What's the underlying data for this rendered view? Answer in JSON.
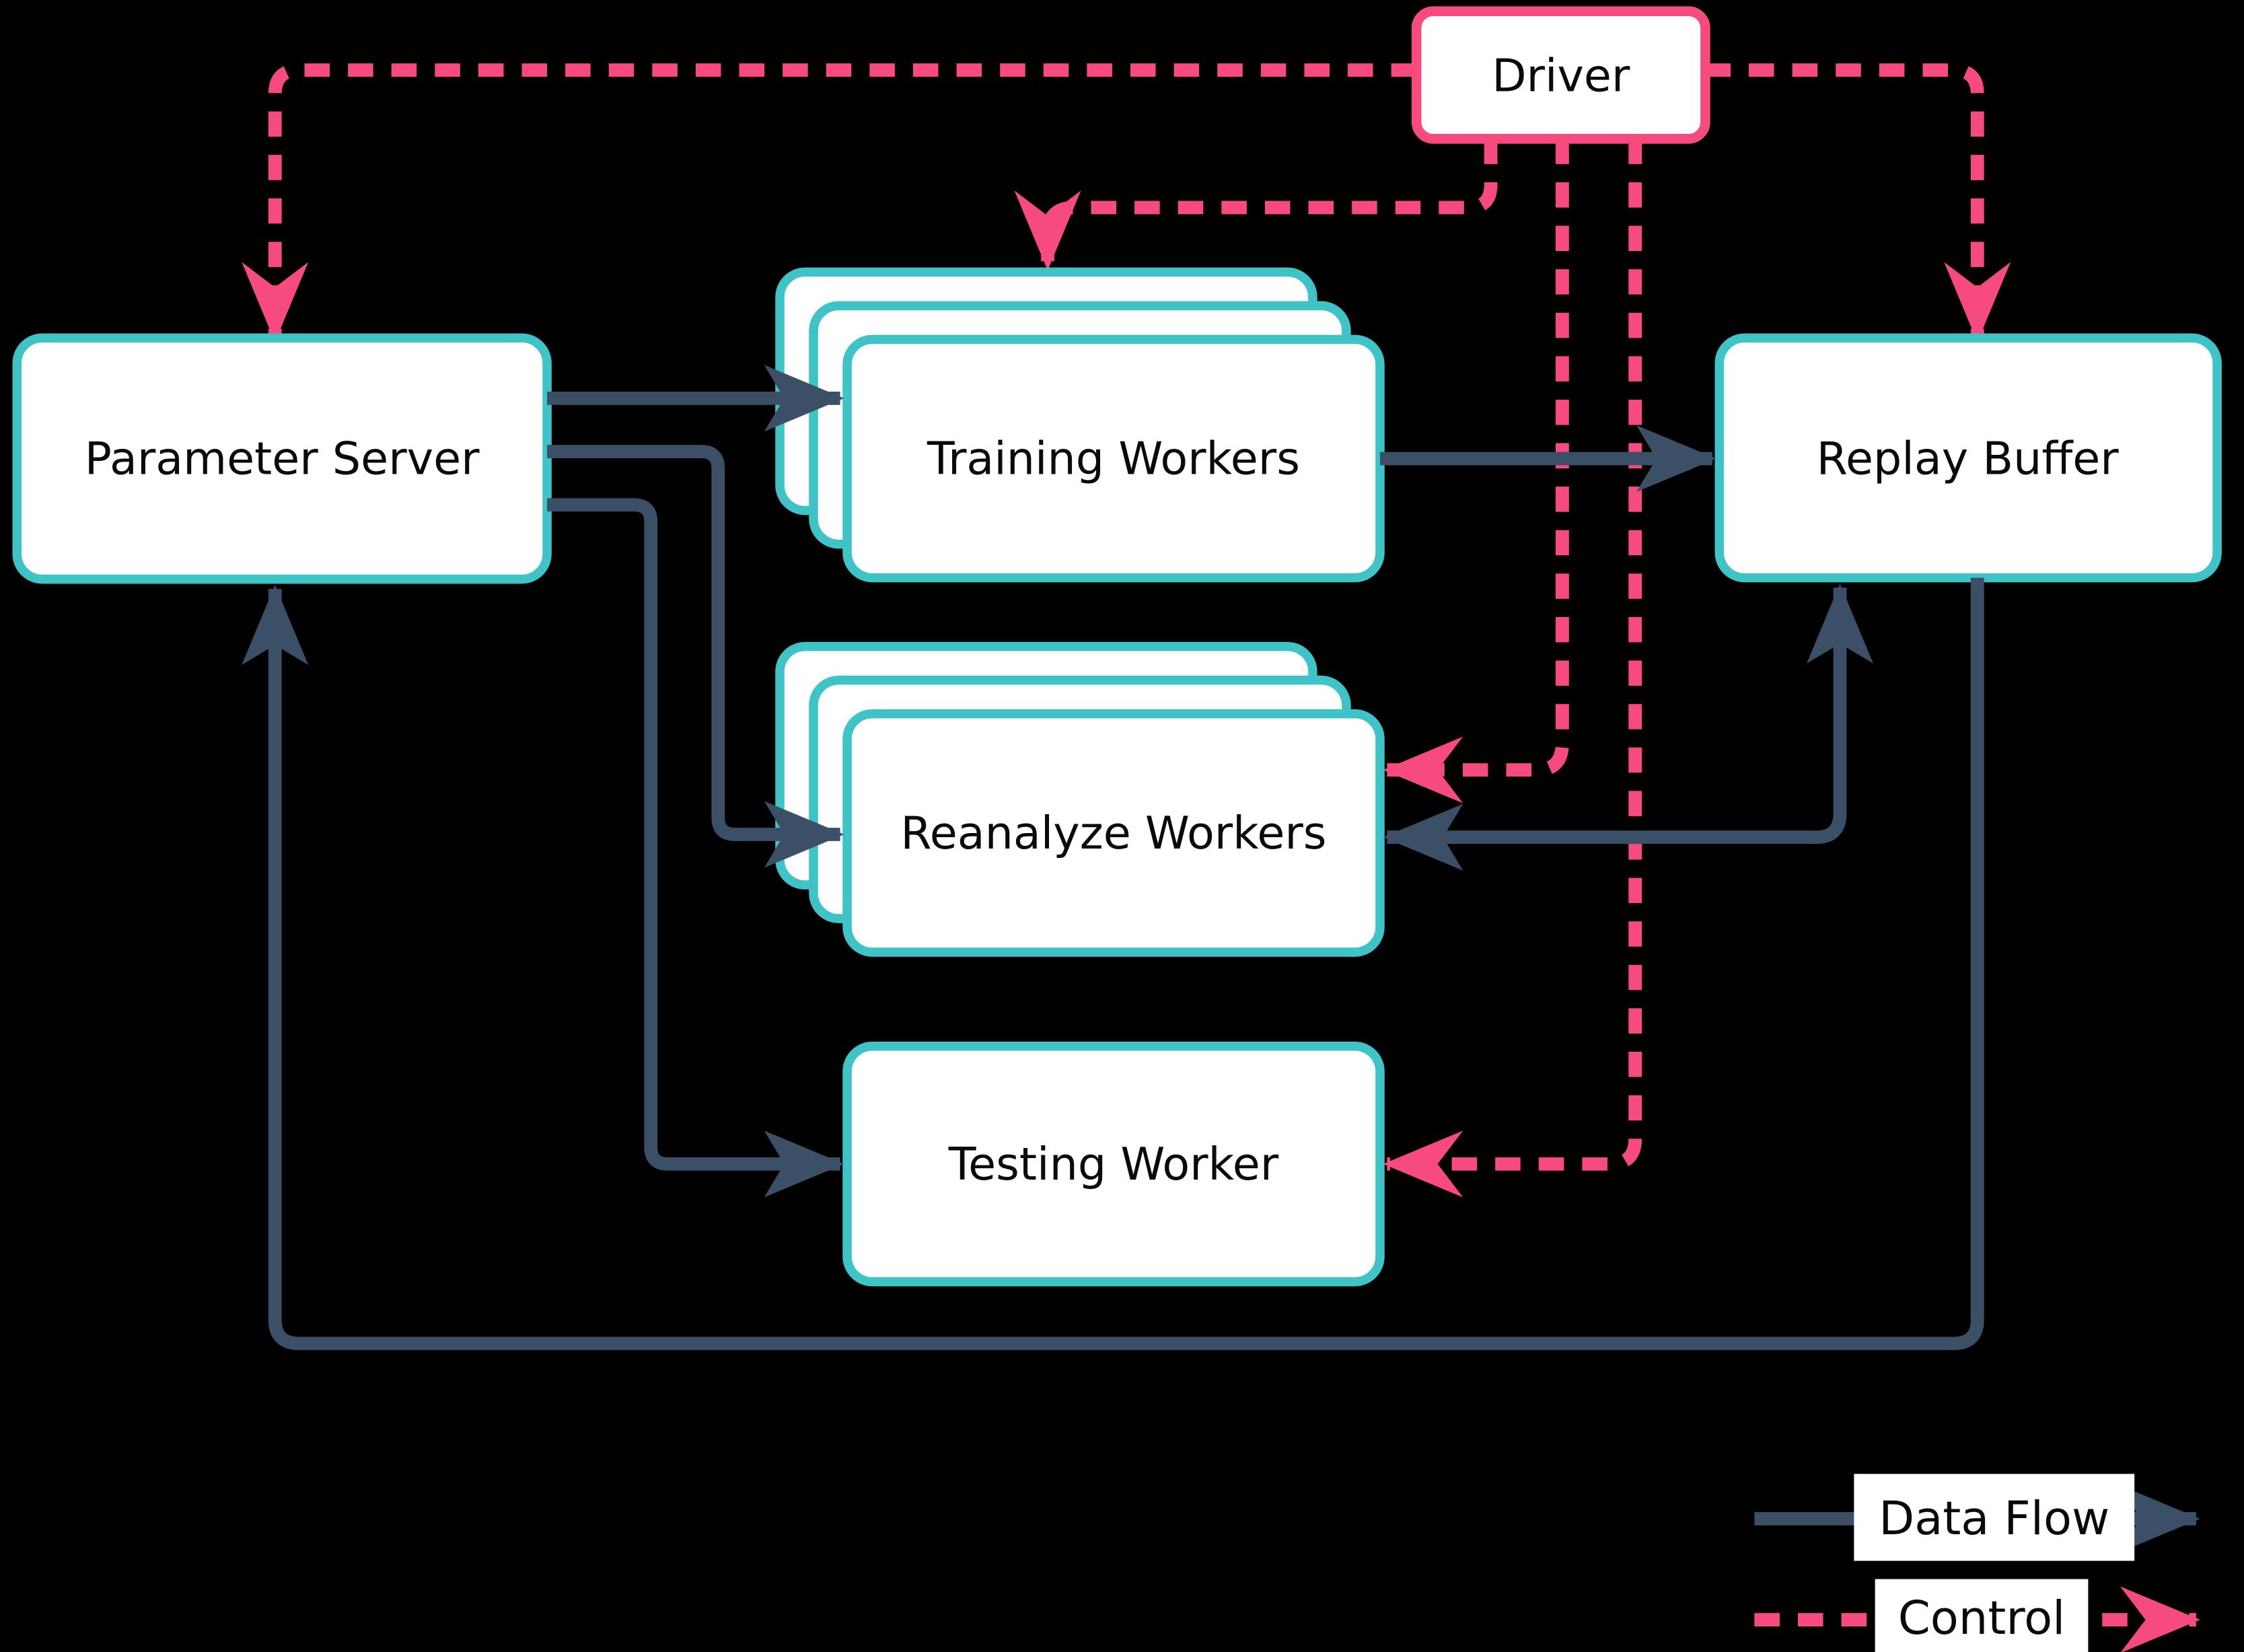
{
  "nodes": {
    "driver": {
      "label": "Driver",
      "border_color": "#F74A7E",
      "stacked": false
    },
    "parameter_server": {
      "label": "Parameter Server",
      "border_color": "#3EC3C6",
      "stacked": false
    },
    "training_workers": {
      "label": "Training Workers",
      "border_color": "#3EC3C6",
      "stacked": true,
      "stack_count": 3
    },
    "replay_buffer": {
      "label": "Replay Buffer",
      "border_color": "#3EC3C6",
      "stacked": false
    },
    "reanalyze_workers": {
      "label": "Reanalyze Workers",
      "border_color": "#3EC3C6",
      "stacked": true,
      "stack_count": 3
    },
    "testing_worker": {
      "label": "Testing Worker",
      "border_color": "#3EC3C6",
      "stacked": false
    }
  },
  "edges": [
    {
      "id": "ps-to-training",
      "type": "data",
      "from": "parameter_server",
      "to": "training_workers"
    },
    {
      "id": "ps-to-reanalyze",
      "type": "data",
      "from": "parameter_server",
      "to": "reanalyze_workers"
    },
    {
      "id": "ps-to-testing",
      "type": "data",
      "from": "parameter_server",
      "to": "testing_worker"
    },
    {
      "id": "training-to-replay",
      "type": "data",
      "from": "training_workers",
      "to": "replay_buffer"
    },
    {
      "id": "replay-reanalyze",
      "type": "data",
      "from": "replay_buffer",
      "to": "reanalyze_workers",
      "bidirectional": true
    },
    {
      "id": "replay-to-ps",
      "type": "data",
      "from": "replay_buffer",
      "to": "parameter_server"
    },
    {
      "id": "driver-to-ps",
      "type": "control",
      "from": "driver",
      "to": "parameter_server"
    },
    {
      "id": "driver-to-training",
      "type": "control",
      "from": "driver",
      "to": "training_workers"
    },
    {
      "id": "driver-to-reanalyze",
      "type": "control",
      "from": "driver",
      "to": "reanalyze_workers"
    },
    {
      "id": "driver-to-testing",
      "type": "control",
      "from": "driver",
      "to": "testing_worker"
    },
    {
      "id": "driver-to-replay",
      "type": "control",
      "from": "driver",
      "to": "replay_buffer"
    }
  ],
  "legend": {
    "data_flow": {
      "label": "Data Flow",
      "line_style": "solid",
      "color": "#3B5066"
    },
    "control": {
      "label": "Control",
      "line_style": "dashed",
      "color": "#F74A7E"
    }
  },
  "colors": {
    "background": "#000000",
    "control_pink": "#F74A7E",
    "node_border_teal": "#3EC3C6",
    "data_flow_dark_blue": "#3B5066",
    "node_fill": "#FFFFFF",
    "label_text": "#0A0A0A"
  }
}
